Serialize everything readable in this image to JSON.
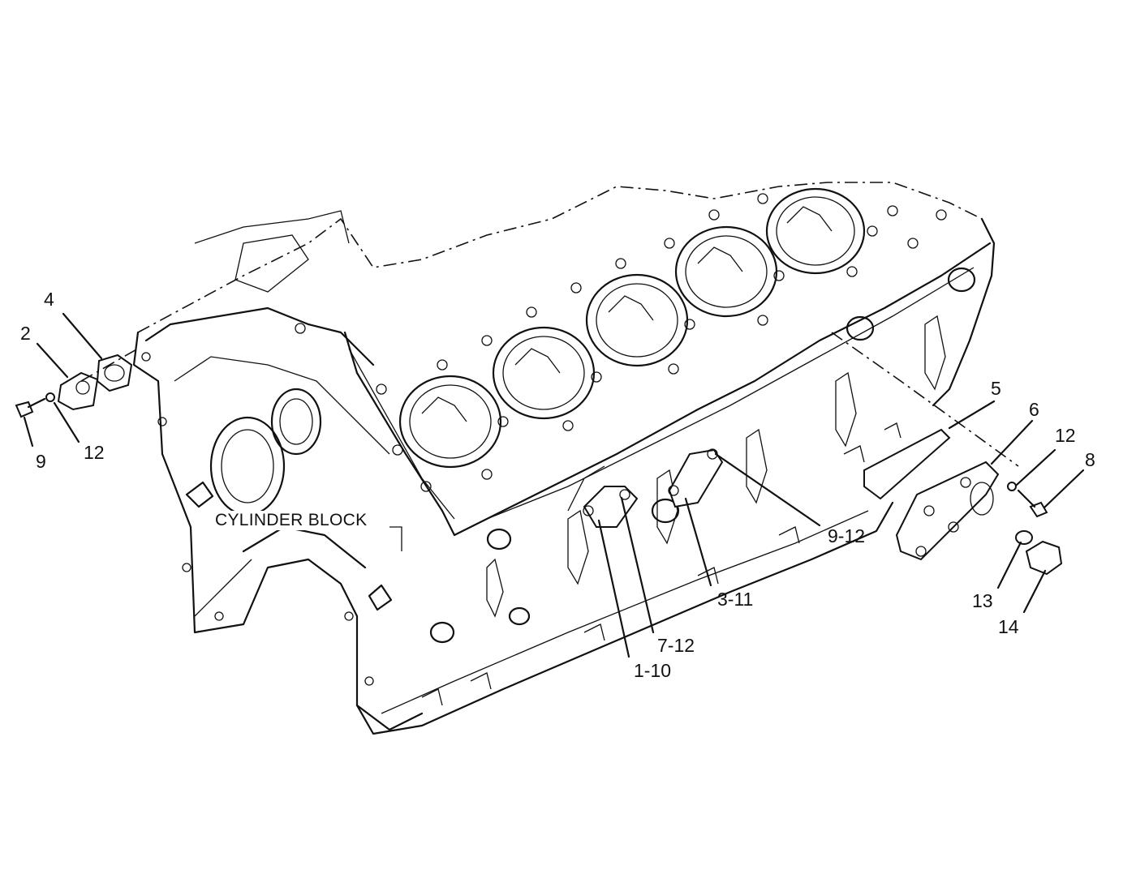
{
  "diagram": {
    "block_label": "CYLINDER BLOCK",
    "callouts": [
      {
        "id": "c4",
        "text": "4"
      },
      {
        "id": "c2",
        "text": "2"
      },
      {
        "id": "c9",
        "text": "9"
      },
      {
        "id": "c12a",
        "text": "12"
      },
      {
        "id": "c5",
        "text": "5"
      },
      {
        "id": "c6",
        "text": "6"
      },
      {
        "id": "c12b",
        "text": "12"
      },
      {
        "id": "c8",
        "text": "8"
      },
      {
        "id": "c9-12",
        "text": "9-12"
      },
      {
        "id": "c3-11",
        "text": "3-11"
      },
      {
        "id": "c7-12",
        "text": "7-12"
      },
      {
        "id": "c1-10",
        "text": "1-10"
      },
      {
        "id": "c13",
        "text": "13"
      },
      {
        "id": "c14",
        "text": "14"
      }
    ]
  }
}
